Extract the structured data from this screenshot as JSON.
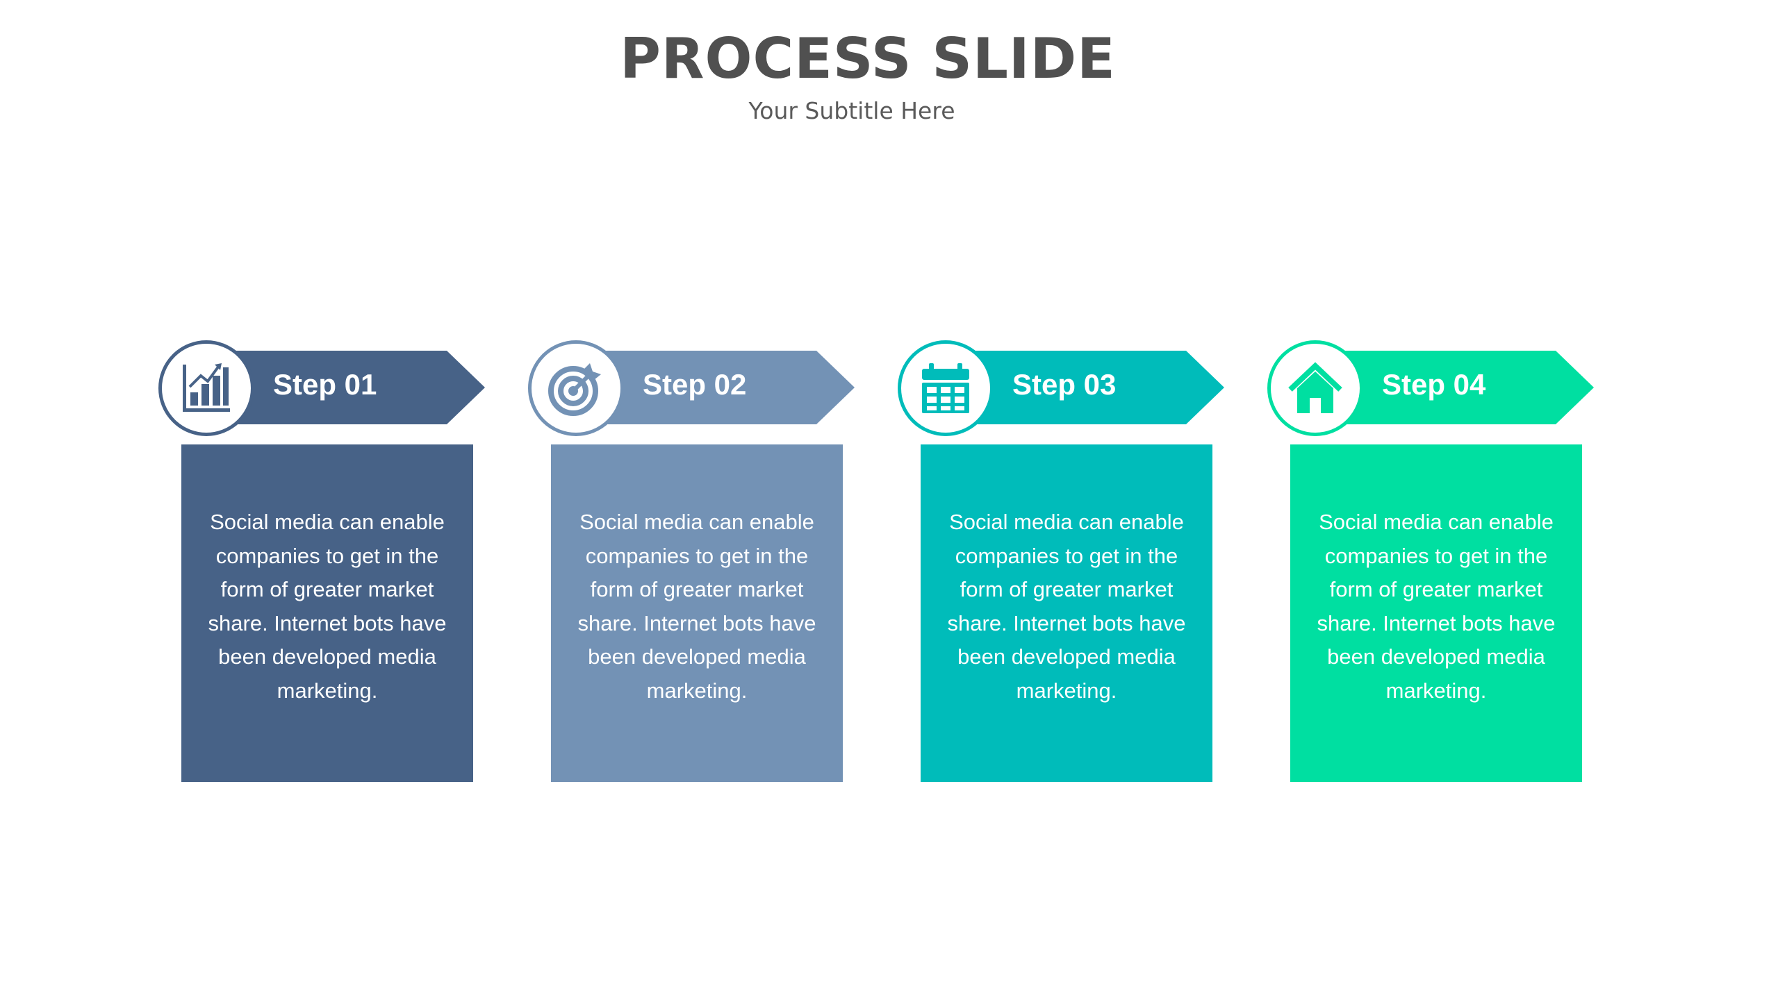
{
  "slide": {
    "title": "PROCESS SLIDE",
    "subtitle": "Your Subtitle  Here"
  },
  "steps": [
    {
      "label": "Step 01",
      "icon": "bar-chart-growth-icon",
      "color": "#476287",
      "text": "Social media can enable companies to get in the form of greater market share. Internet bots have been developed media marketing."
    },
    {
      "label": "Step 02",
      "icon": "target-arrow-icon",
      "color": "#7392b5",
      "text": "Social media can enable companies to get in the form of greater market share. Internet bots have been developed media marketing."
    },
    {
      "label": "Step 03",
      "icon": "calendar-icon",
      "color": "#00bcba",
      "text": "Social media can enable companies to get in the form of greater market share. Internet bots have been developed media marketing."
    },
    {
      "label": "Step 04",
      "icon": "home-icon",
      "color": "#00dfa1",
      "text": "Social media can enable companies to get in the form of greater market share. Internet bots have been developed media marketing."
    }
  ]
}
